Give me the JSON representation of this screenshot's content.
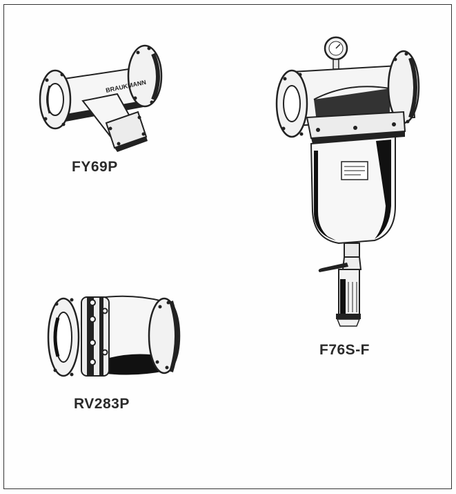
{
  "products": [
    {
      "label": "FY69P",
      "brand_marking": "BRAUKMANN"
    },
    {
      "label": "F76S-F"
    },
    {
      "label": "RV283P"
    }
  ],
  "colors": {
    "ink": "#222222",
    "fill": "#f4f4f4",
    "shade": "#1e1e1e"
  }
}
